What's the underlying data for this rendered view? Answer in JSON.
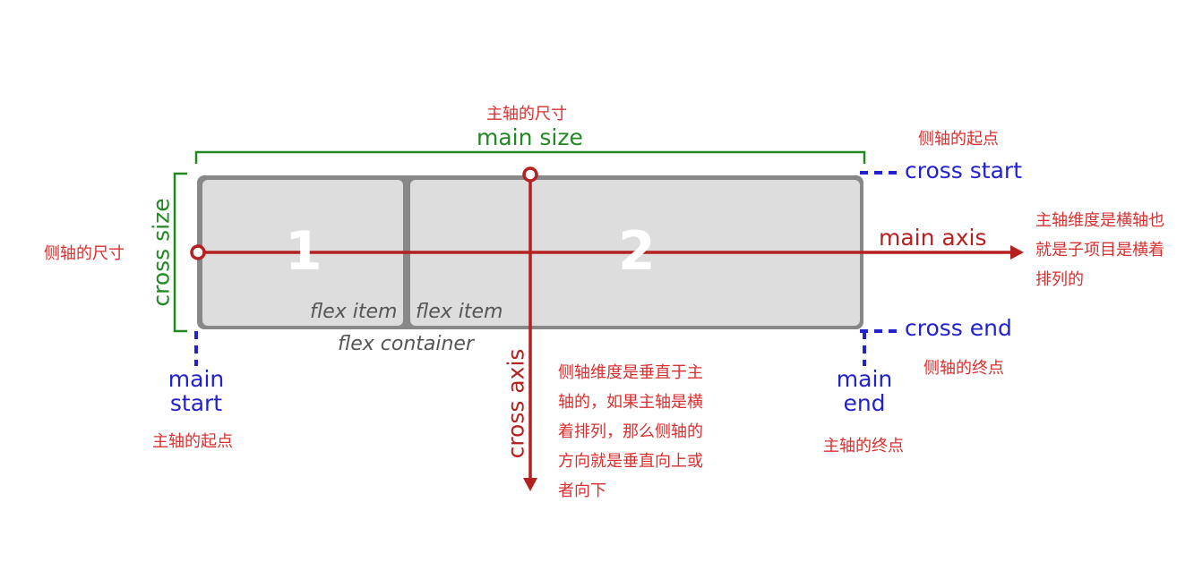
{
  "items": [
    {
      "number": "1",
      "caption": "flex item"
    },
    {
      "number": "2",
      "caption": "flex item"
    }
  ],
  "container_caption": "flex container",
  "main_size": {
    "en": "main size",
    "cn": "主轴的尺寸"
  },
  "cross_size": {
    "en": "cross size",
    "cn": "侧轴的尺寸"
  },
  "main_axis": {
    "en": "main axis",
    "cn": "主轴维度是横轴也就是子项目是横着排列的"
  },
  "cross_axis": {
    "en": "cross axis",
    "cn": "侧轴维度是垂直于主轴的，如果主轴是横着排列，那么侧轴的方向就是垂直向上或者向下"
  },
  "cross_start": {
    "en": "cross start",
    "cn": "侧轴的起点"
  },
  "cross_end": {
    "en": "cross end",
    "cn": "侧轴的终点"
  },
  "main_start": {
    "en_line1": "main",
    "en_line2": "start",
    "cn": "主轴的起点"
  },
  "main_end": {
    "en_line1": "main",
    "en_line2": "end",
    "cn": "主轴的终点"
  },
  "colors": {
    "red": "#b52020",
    "green": "#228822",
    "blue": "#2222cc",
    "container": "#888888",
    "item_fill": "#dddddd"
  }
}
